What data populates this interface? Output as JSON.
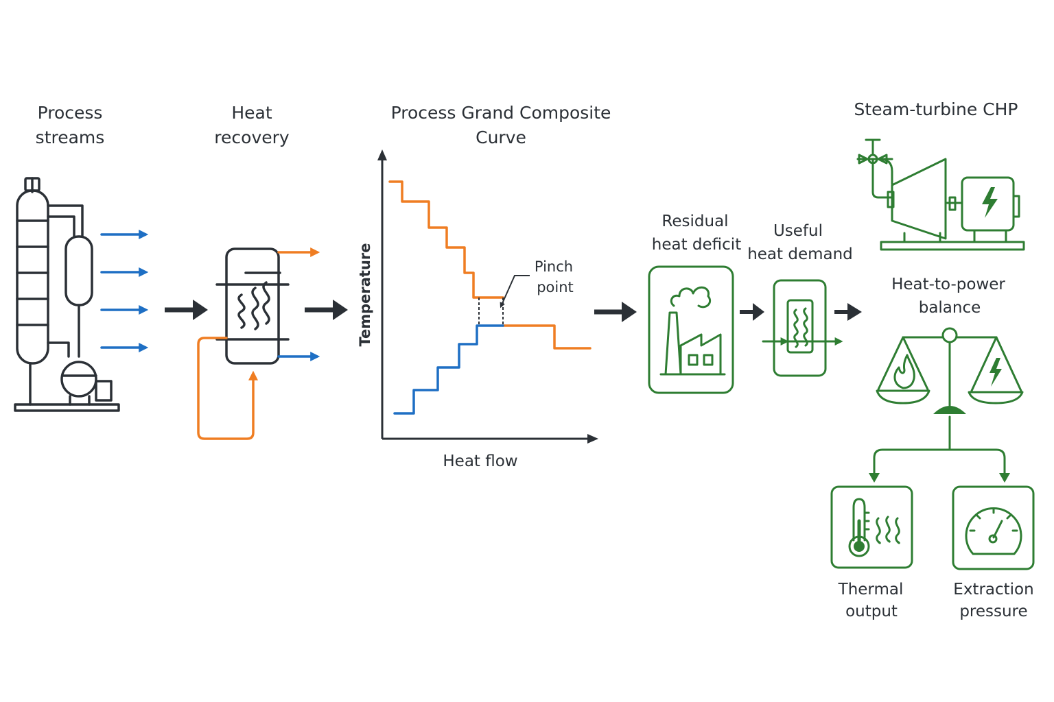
{
  "labels": {
    "process_streams": [
      "Process",
      "streams"
    ],
    "heat_recovery": [
      "Heat",
      "recovery"
    ],
    "gcc_title": [
      "Process Grand Composite",
      "Curve"
    ],
    "pinch_point": [
      "Pinch",
      "point"
    ],
    "y_axis": "Temperature",
    "x_axis": "Heat flow",
    "residual_heat_deficit": [
      "Residual",
      "heat deficit"
    ],
    "useful_heat_demand": [
      "Useful",
      "heat demand"
    ],
    "steam_turbine_chp": "Steam-turbine CHP",
    "heat_to_power_balance": [
      "Heat-to-power",
      "balance"
    ],
    "thermal_output": [
      "Thermal",
      "output"
    ],
    "extraction_pressure": [
      "Extraction",
      "pressure"
    ]
  },
  "colors": {
    "dark": "#2b3036",
    "hot_stream": "#ef7d22",
    "cold_stream": "#1e6fc4",
    "chp_green": "#2e7d32"
  },
  "icons": [
    "distillation-column-icon",
    "heat-exchanger-icon",
    "factory-icon",
    "heat-exchanger-coil-icon",
    "steam-turbine-generator-icon",
    "balance-scale-icon",
    "flame-icon",
    "lightning-icon",
    "thermometer-icon",
    "pressure-gauge-icon"
  ]
}
